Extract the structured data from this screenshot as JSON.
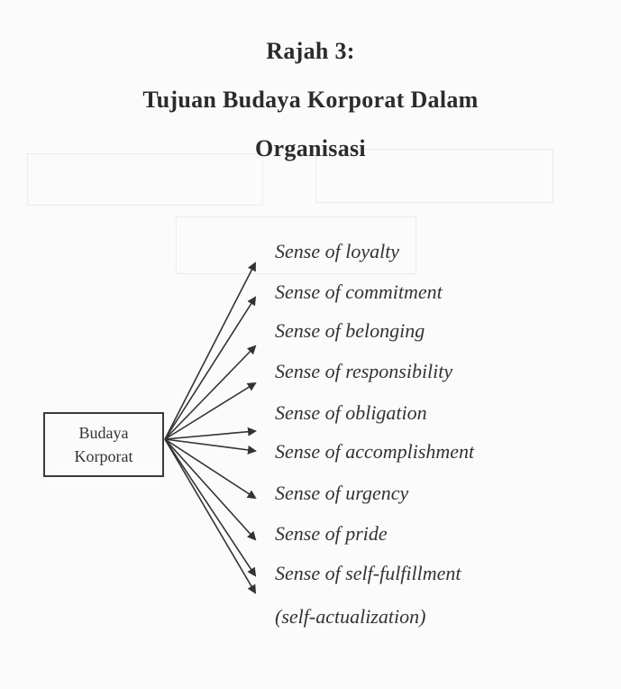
{
  "title": {
    "line1": "Rajah 3:",
    "line2": "Tujuan Budaya Korporat Dalam",
    "line3": "Organisasi"
  },
  "source": {
    "line1": "Budaya",
    "line2": "Korporat"
  },
  "targets": [
    "Sense of loyalty",
    "Sense of commitment",
    "Sense of belonging",
    "Sense of responsibility",
    "Sense of obligation",
    "Sense of accomplishment",
    "Sense of urgency",
    "Sense of pride",
    "Sense of self-fulfillment",
    "(self-actualization)"
  ],
  "colors": {
    "ink": "#333333",
    "paper": "#fbfbfb"
  }
}
